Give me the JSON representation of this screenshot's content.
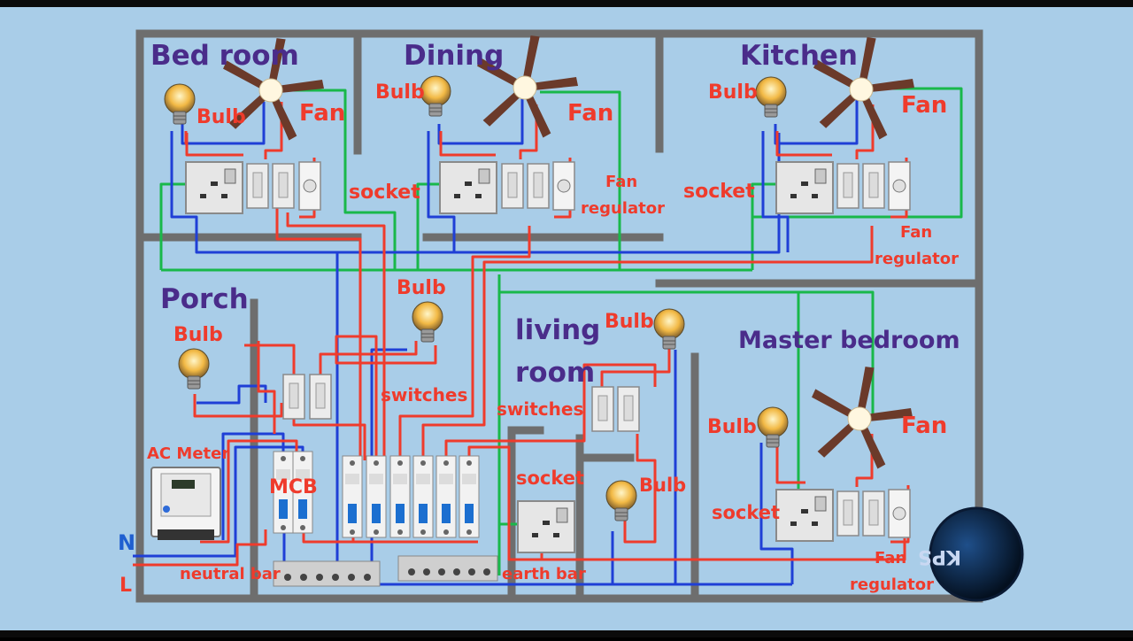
{
  "rooms": {
    "bedroom": "Bed room",
    "dining": "Dining",
    "kitchen": "Kitchen",
    "porch": "Porch",
    "living1": "living",
    "living2": "room",
    "master": "Master bedroom"
  },
  "labels": {
    "bulb": "Bulb",
    "fan": "Fan",
    "socket": "socket",
    "fan_regulator_1": "Fan",
    "fan_regulator_2": "regulator",
    "switches": "switches",
    "ac_meter": "AC Meter",
    "mcb": "MCB",
    "neutral_bar": "neutral bar",
    "earth_bar": "earth bar",
    "n": "N",
    "l": "L",
    "logo": "KPS"
  },
  "colors": {
    "background": "#a9cde8",
    "wall": "#6e6e6e",
    "live_wire": "#ef3b2c",
    "neutral_wire": "#1f3fd6",
    "earth_wire": "#19b84a",
    "room_text": "#4a2c8a",
    "label_text": "#ef3b2c"
  }
}
